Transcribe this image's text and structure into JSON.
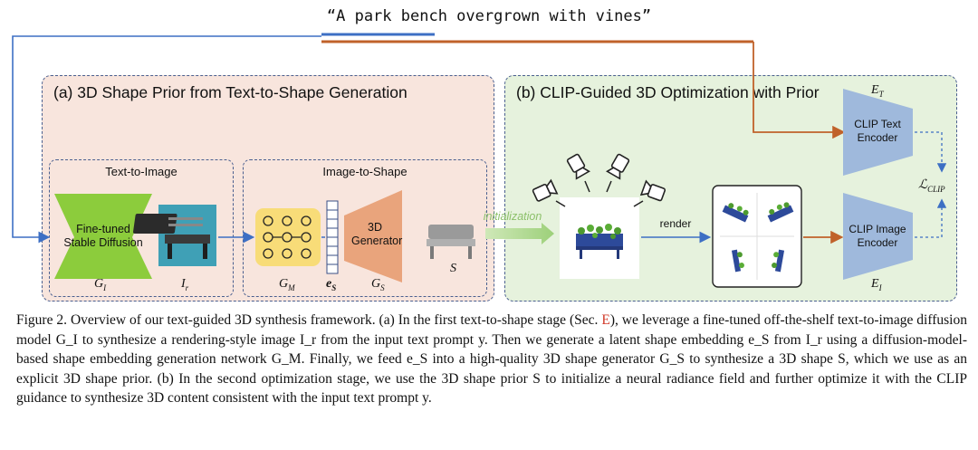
{
  "prompt_text": "“A park bench overgrown with vines”",
  "panel_a": {
    "title": "(a) 3D Shape Prior from Text-to-Shape Generation",
    "text_to_image": {
      "title": "Text-to-Image",
      "model_label": "Fine-tuned Stable Diffusion",
      "model_symbol": "G",
      "model_symbol_sub": "I",
      "image_symbol": "I",
      "image_symbol_sub": "r"
    },
    "image_to_shape": {
      "title": "Image-to-Shape",
      "embed_net_symbol": "G",
      "embed_net_sub": "M",
      "embedding_symbol": "e",
      "embedding_sub": "S",
      "generator_label": "3D Generator",
      "generator_symbol": "G",
      "generator_sub": "S",
      "shape_symbol": "S"
    }
  },
  "panel_b": {
    "title": "(b) CLIP-Guided 3D Optimization with Prior",
    "init_label": "initialization",
    "render_label": "render",
    "text_encoder_label": "CLIP Text Encoder",
    "text_encoder_symbol": "E",
    "text_encoder_sub": "T",
    "image_encoder_label": "CLIP Image Encoder",
    "image_encoder_symbol": "E",
    "image_encoder_sub": "I",
    "loss_symbol": "ℒ",
    "loss_sub": "CLIP"
  },
  "caption": {
    "lead": "Figure 2.  Overview of our text-guided 3D synthesis framework.  (a) In the first text-to-shape stage (Sec. ",
    "section_ref": "E",
    "body": "), we leverage a fine-tuned off-the-shelf text-to-image diffusion model G_I to synthesize a rendering-style image I_r from the input text prompt y. Then we generate a latent shape embedding e_S from I_r using a diffusion-model-based shape embedding generation network G_M. Finally, we feed e_S into a high-quality 3D shape generator G_S to synthesize a 3D shape S, which we use as an explicit 3D shape prior. (b) In the second optimization stage, we use the 3D shape prior S to initialize a neural radiance field and further optimize it with the CLIP guidance to synthesize 3D content consistent with the input text prompt y."
  },
  "colors": {
    "panel_a_bg": "#f8e5dd",
    "panel_b_bg": "#e6f2dd",
    "blue_arrow": "#3d6fc4",
    "orange_arrow": "#c0622a",
    "diffusion_green": "#8ccc3c",
    "generator_orange": "#e9a47c",
    "encoder_blue": "#9fb9dc",
    "embed_yellow": "#f8dc78"
  }
}
